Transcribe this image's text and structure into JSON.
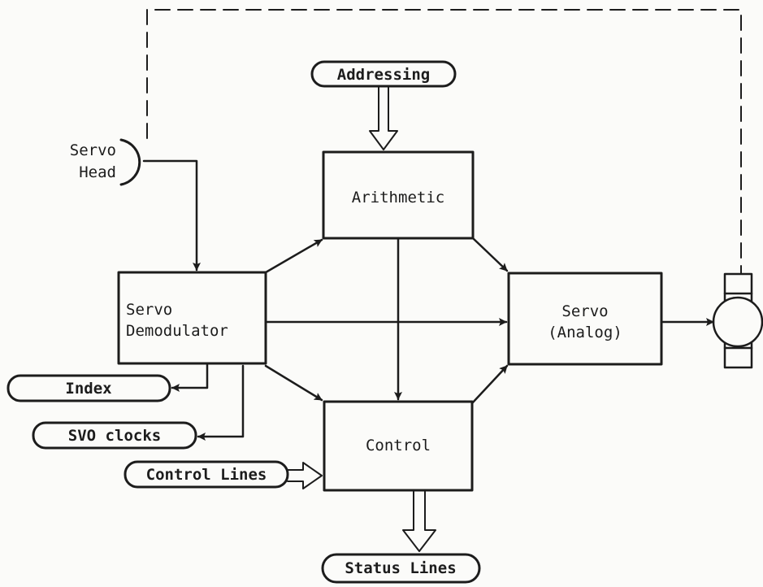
{
  "diagram": {
    "blocks": {
      "arithmetic": "Arithmetic",
      "servo_demodulator": [
        "Servo",
        "Demodulator"
      ],
      "servo_analog": [
        "Servo",
        "(Analog)"
      ],
      "control": "Control"
    },
    "terminals": {
      "addressing": "Addressing",
      "index": "Index",
      "svo_clocks": "SVO clocks",
      "control_lines": "Control Lines",
      "status_lines": "Status Lines"
    },
    "servo_head": [
      "Servo",
      "Head"
    ]
  },
  "colors": {
    "ink": "#1c1c1c",
    "paper": "#fbfbf9"
  }
}
